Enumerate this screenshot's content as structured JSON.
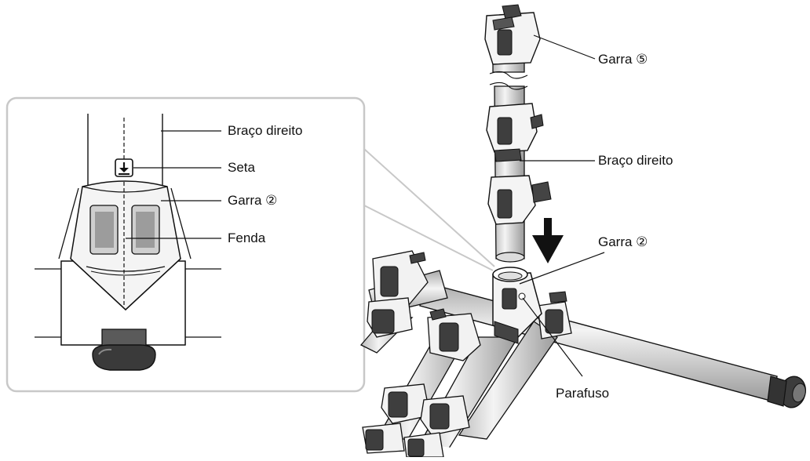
{
  "detail_view": {
    "labels": {
      "right_arm": "Braço direito",
      "arrow": "Seta",
      "clamp": "Garra ②",
      "slot": "Fenda"
    },
    "arrow_icon": "down-arrow-to-line-icon"
  },
  "main_view": {
    "labels": {
      "clamp5": "Garra ⑤",
      "right_arm": "Braço direito",
      "clamp2": "Garra ②",
      "screw": "Parafuso"
    },
    "insert_arrow_icon": "down-arrow-icon"
  },
  "colors": {
    "line": "#111111",
    "metal_fill": "#e9e9e9",
    "dark_part": "#444444",
    "callout_panel_border": "#c8c8c8"
  }
}
